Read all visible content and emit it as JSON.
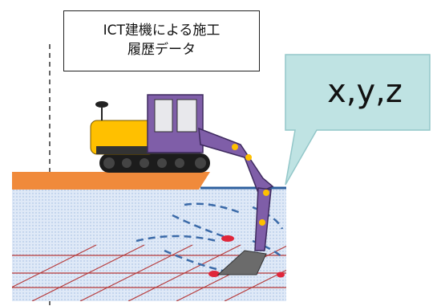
{
  "label_box": {
    "line1": "ICT建機による施工",
    "line2": "履歴データ"
  },
  "callout": {
    "text": "x,y,z"
  },
  "colors": {
    "excavator_body": "#ffc000",
    "excavator_arm": "#7f5ea8",
    "ground_surface": "#f08a3b",
    "ground_fill": "#dce9f7",
    "water_line": "#2d5f9e",
    "callout_fill": "#bfe3e3",
    "grid_lines": "#b63a3a"
  }
}
